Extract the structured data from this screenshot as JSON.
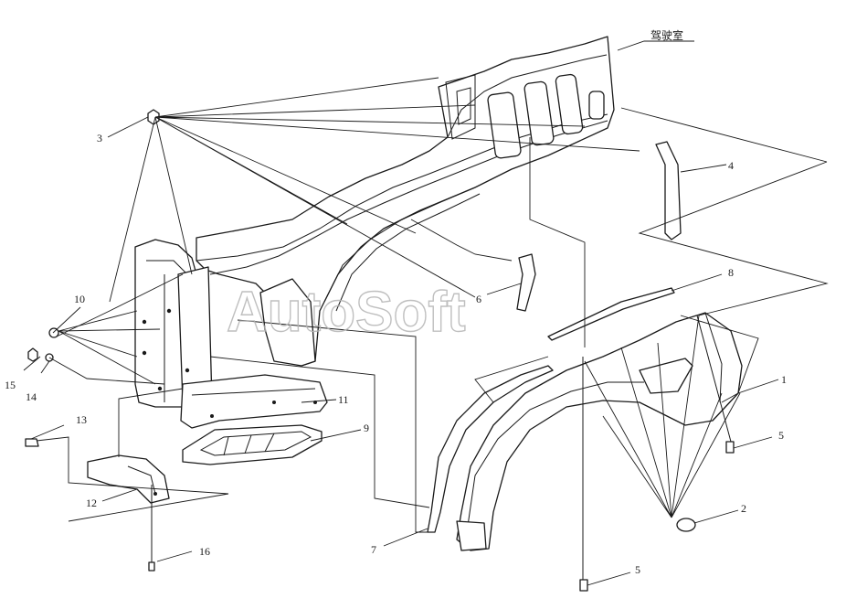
{
  "diagram": {
    "region_label": "驾驶室",
    "watermark": "AutoSoft",
    "callouts": [
      "1",
      "2",
      "3",
      "4",
      "5",
      "5",
      "6",
      "7",
      "8",
      "9",
      "10",
      "11",
      "12",
      "13",
      "14",
      "15",
      "16"
    ]
  }
}
